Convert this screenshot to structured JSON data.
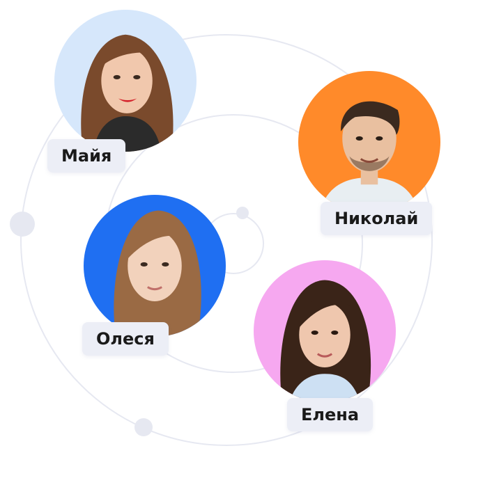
{
  "people": [
    {
      "name": "Майя",
      "circle_color": "#d6e7fb",
      "hair_color": "#7a4a2c",
      "skin_color": "#f1c8ad",
      "clothing_color": "#2b2b2b"
    },
    {
      "name": "Николай",
      "circle_color": "#ff8a2a",
      "hair_color": "#3b2a1f",
      "skin_color": "#e9c0a0",
      "clothing_color": "#e8eef2"
    },
    {
      "name": "Олеся",
      "circle_color": "#1f6ff2",
      "hair_color": "#9a6a44",
      "skin_color": "#f2d2bc",
      "clothing_color": "#9a6a44"
    },
    {
      "name": "Елена",
      "circle_color": "#f6a8f0",
      "hair_color": "#3a2418",
      "skin_color": "#efc7ae",
      "clothing_color": "#cde0f3"
    }
  ],
  "colors": {
    "orbit_line": "#e6e8f1",
    "orbit_dot": "#e6e8f1",
    "tag_background": "#eceef6",
    "tag_text": "#1a1a1a"
  }
}
